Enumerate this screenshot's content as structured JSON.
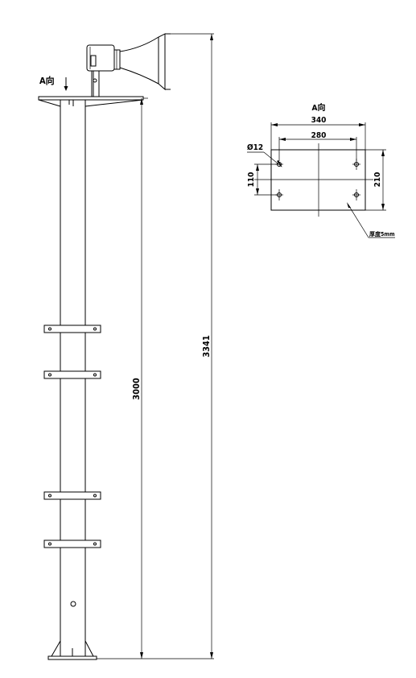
{
  "drawing": {
    "view_a_label_main": "A向",
    "view_a_label_detail": "A向",
    "dimensions": {
      "total_height": "3341",
      "pole_height": "3000",
      "plate_width": "340",
      "hole_spacing_width": "280",
      "plate_height": "210",
      "hole_spacing_height": "110",
      "hole_diameter": "Ø12"
    },
    "notes": {
      "thickness": "厚度5mm"
    }
  }
}
